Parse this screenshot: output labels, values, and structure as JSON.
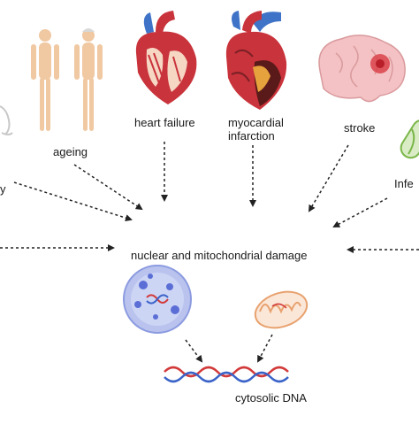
{
  "labels": {
    "ageing": "ageing",
    "heart_failure": "heart failure",
    "myocardial_1": "myocardial",
    "myocardial_2": "infarction",
    "stroke": "stroke",
    "infection_partial": "Infe",
    "left_partial": "y",
    "damage": "nuclear and mitochondrial damage",
    "cytosolic_dna": "cytosolic DNA"
  },
  "icons": {
    "ageing_figures": "human-figures-icon",
    "heart_failure": "heart-failure-icon",
    "myocardial_infarction": "infarcted-heart-icon",
    "stroke": "brain-icon",
    "infection": "bacteria-icon",
    "left_partial": "body-outline-icon",
    "nucleus": "cell-nucleus-icon",
    "mitochondrion": "mitochondrion-icon",
    "dna": "dna-helix-icon"
  },
  "colors": {
    "text": "#1a1a1a",
    "arrow": "#222222",
    "skin": "#f0c8a2",
    "heart_red": "#c9333b",
    "vessel_blue": "#3f73c8",
    "brain_pink": "#f4c2c4",
    "stroke_spot": "#d9424a",
    "cell_blue": "#b9c3ee",
    "cell_dark": "#5b6ed6",
    "mito_orange": "#e8a16e",
    "dna_red": "#d23a3a",
    "dna_blue": "#3a63c8",
    "bacteria_green": "#7ab648"
  }
}
